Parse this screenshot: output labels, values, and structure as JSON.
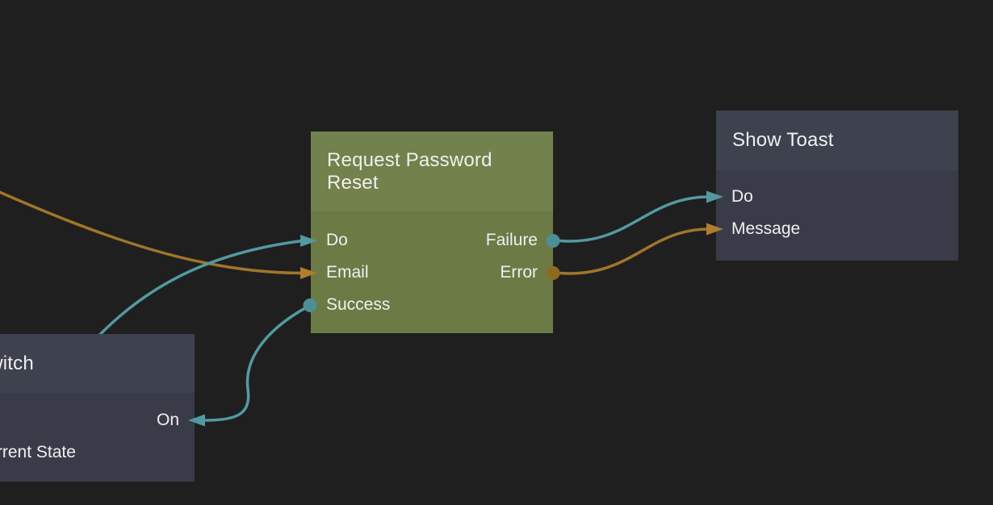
{
  "colors": {
    "canvas_bg": "#1f1f20",
    "green_header": "#73814c",
    "green_body": "#6c7a46",
    "slate_header": "#3e424e",
    "slate_body": "#393c48",
    "teal_wire": "#529aa0",
    "teal_connector": "#4d8f96",
    "orange_wire": "#a1752a",
    "orange_arrow": "#b17d2c",
    "orange_connector": "#8d6a22",
    "label_text": "#f0f0f0"
  },
  "nodes": {
    "request_password_reset": {
      "title": "Request Password Reset",
      "inputs": {
        "do": "Do",
        "email": "Email"
      },
      "outputs": {
        "success": "Success",
        "failure": "Failure",
        "error": "Error"
      }
    },
    "show_toast": {
      "title": "Show Toast",
      "inputs": {
        "do": "Do",
        "message": "Message"
      }
    },
    "switch": {
      "title": "Switch",
      "inputs": {
        "on": "On"
      },
      "outputs": {
        "current_state": "Current State"
      }
    }
  },
  "connections": [
    {
      "from": "off-screen-left",
      "to": "Request Password Reset › Email",
      "color": "orange"
    },
    {
      "from": "off-screen-bottom-left",
      "to": "Request Password Reset › Do",
      "color": "teal"
    },
    {
      "from": "Request Password Reset › Success",
      "to": "Switch › On",
      "color": "teal"
    },
    {
      "from": "Request Password Reset › Failure",
      "to": "Show Toast › Do",
      "color": "teal"
    },
    {
      "from": "Request Password Reset › Error",
      "to": "Show Toast › Message",
      "color": "orange"
    }
  ]
}
